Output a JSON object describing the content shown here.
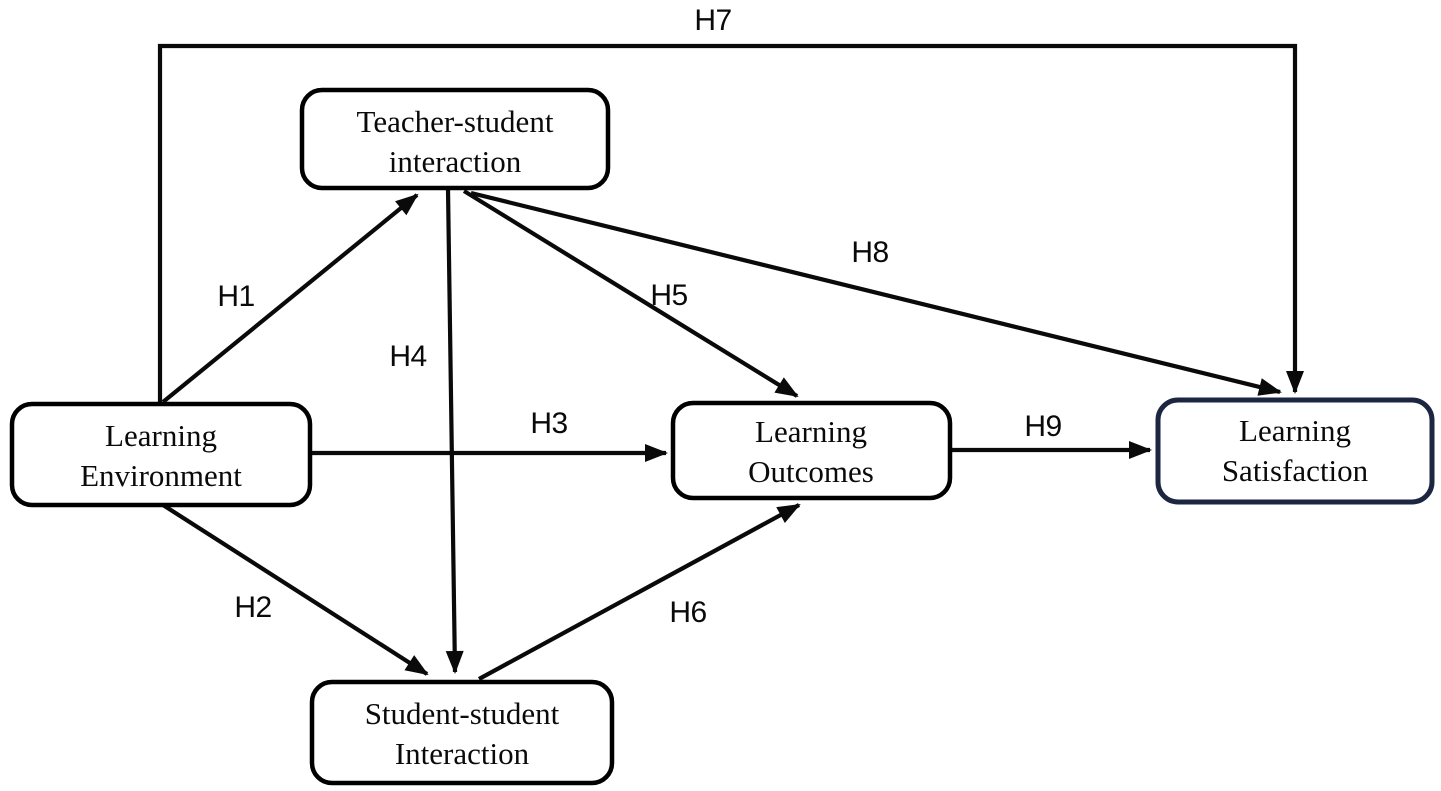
{
  "diagram": {
    "background_color": "#ffffff",
    "line_color": "#0a0a0a",
    "satisfaction_border_color": "#1c2640",
    "nodes": {
      "learning_environment": {
        "line1": "Learning",
        "line2": "Environment"
      },
      "teacher_student_interaction": {
        "line1": "Teacher-student",
        "line2": "interaction"
      },
      "student_student_interaction": {
        "line1": "Student-student",
        "line2": "Interaction"
      },
      "learning_outcomes": {
        "line1": "Learning",
        "line2": "Outcomes"
      },
      "learning_satisfaction": {
        "line1": "Learning",
        "line2": "Satisfaction"
      }
    },
    "edges": {
      "h1": {
        "label": "H1",
        "from": "Learning Environment",
        "to": "Teacher-student interaction"
      },
      "h2": {
        "label": "H2",
        "from": "Learning Environment",
        "to": "Student-student Interaction"
      },
      "h3": {
        "label": "H3",
        "from": "Learning Environment",
        "to": "Learning Outcomes"
      },
      "h4": {
        "label": "H4",
        "from": "Teacher-student interaction",
        "to": "Student-student Interaction"
      },
      "h5": {
        "label": "H5",
        "from": "Teacher-student interaction",
        "to": "Learning Outcomes"
      },
      "h6": {
        "label": "H6",
        "from": "Student-student Interaction",
        "to": "Learning Outcomes"
      },
      "h7": {
        "label": "H7",
        "from": "Learning Environment",
        "to": "Learning Satisfaction"
      },
      "h8": {
        "label": "H8",
        "from": "Teacher-student interaction",
        "to": "Learning Satisfaction"
      },
      "h9": {
        "label": "H9",
        "from": "Learning Outcomes",
        "to": "Learning Satisfaction"
      }
    }
  }
}
